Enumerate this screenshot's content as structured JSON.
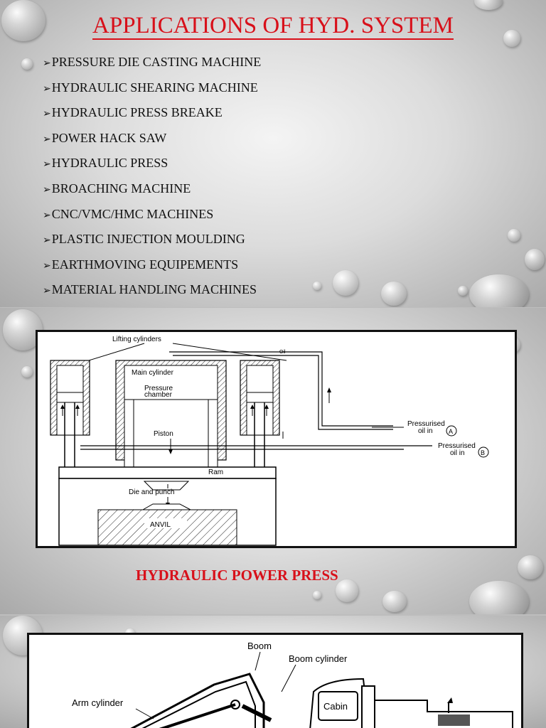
{
  "slide1": {
    "title": "APPLICATIONS OF HYD. SYSTEM",
    "items": [
      "PRESSURE DIE CASTING MACHINE",
      "HYDRAULIC SHEARING MACHINE",
      "HYDRAULIC PRESS BREAKE",
      "POWER HACK SAW",
      "HYDRAULIC PRESS",
      "BROACHING MACHINE",
      "CNC/VMC/HMC MACHINES",
      "PLASTIC INJECTION MOULDING",
      "EARTHMOVING EQUIPEMENTS",
      "MATERIAL HANDLING MACHINES"
    ],
    "bullet": "➢"
  },
  "slide2": {
    "diagram_labels": {
      "lifting": "Lifting cylinders",
      "oil": "Oil",
      "main": "Main cylinder",
      "pressure1": "Pressure",
      "pressure2": "chamber",
      "piston": "Piston",
      "oilA1": "Pressurised",
      "oilA2": "oil in",
      "A": "A",
      "oilB1": "Pressurised",
      "oilB2": "oil in",
      "B": "B",
      "ram": "Ram",
      "die": "Die and punch",
      "anvil": "ANVIL"
    },
    "caption": "HYDRAULIC POWER PRESS"
  },
  "slide3": {
    "diagram_labels": {
      "boom": "Boom",
      "boom_cyl": "Boom cylinder",
      "arm_cyl": "Arm cylinder",
      "cabin": "Cabin"
    }
  },
  "colors": {
    "title_red": "#d8101a",
    "frame": "#111111"
  }
}
